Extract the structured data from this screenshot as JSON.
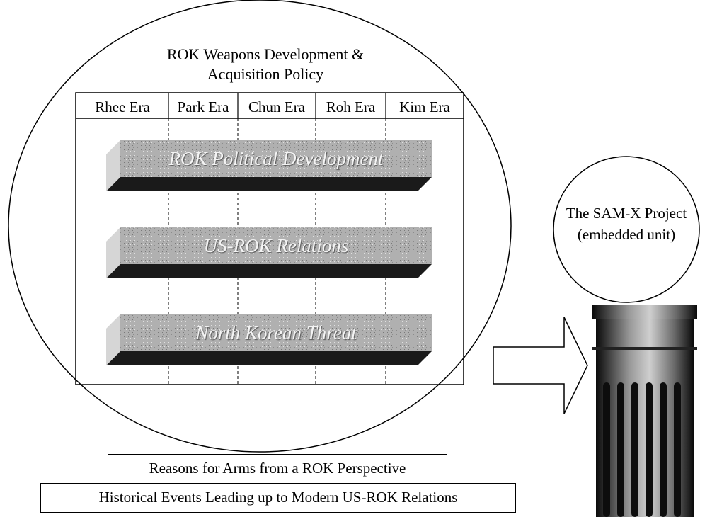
{
  "main_circle": {
    "title_line1": "ROK Weapons Development &",
    "title_line2": "Acquisition Policy"
  },
  "eras": [
    "Rhee Era",
    "Park Era",
    "Chun Era",
    "Roh Era",
    "Kim Era"
  ],
  "factor_bars": [
    "ROK Political Development",
    "US-ROK Relations",
    "North Korean Threat"
  ],
  "project_circle": {
    "line1": "The SAM-X Project",
    "line2": "(embedded unit)"
  },
  "foundation_boxes": {
    "upper": "Reasons for Arms from a ROK Perspective",
    "lower": "Historical Events Leading up to Modern US-ROK Relations"
  },
  "colors": {
    "bar_face": "#b3b3b3",
    "bar_bottom": "#1a1a1a",
    "bar_top": "#d6d6d6",
    "bar_text": "#f2f2f2"
  }
}
